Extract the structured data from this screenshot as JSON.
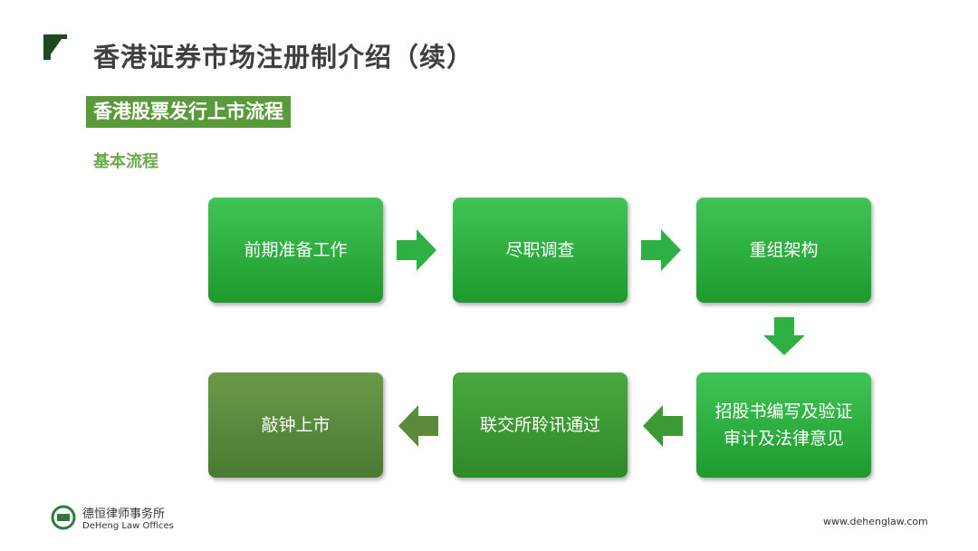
{
  "title": "香港证券市场注册制介绍（续）",
  "subtitle": "香港股票发行上市流程",
  "section": "基本流程",
  "steps": [
    "前期准备工作",
    "尽职调查",
    "重组架构",
    "招股书编写及验证\n审计及法律意见",
    "联交所聆讯通过",
    "敲钟上市"
  ],
  "step4_lines": [
    "招股书编写及验证",
    "审计及法律意见"
  ],
  "footer": {
    "logo_cn": "德恒律师事务所",
    "logo_en": "DeHeng Law Offices",
    "url": "www.dehenglaw.com"
  },
  "colors": {
    "accent": "#5a9a3a",
    "bright_green": "#2fb044",
    "olive": "#5a8a3a"
  }
}
